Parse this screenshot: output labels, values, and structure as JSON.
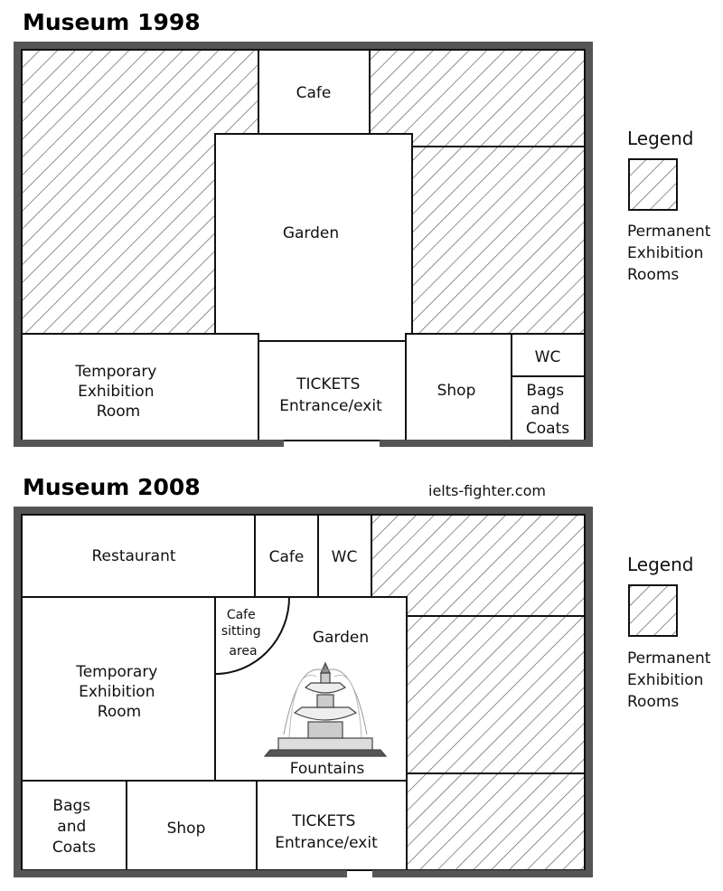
{
  "plan_1998": {
    "title": "Museum 1998",
    "cafe": "Cafe",
    "garden": "Garden",
    "temporary": [
      "Temporary",
      "Exhibition",
      "Room"
    ],
    "tickets": [
      "TICKETS",
      "Entrance/exit"
    ],
    "shop": "Shop",
    "wc": "WC",
    "bags": [
      "Bags",
      "and",
      "Coats"
    ]
  },
  "plan_2008": {
    "title": "Museum 2008",
    "restaurant": "Restaurant",
    "cafe": "Cafe",
    "wc": "WC",
    "cafe_sitting": [
      "Cafe",
      "sitting",
      "area"
    ],
    "garden": "Garden",
    "fountains": "Fountains",
    "temporary": [
      "Temporary",
      "Exhibition",
      "Room"
    ],
    "bags": [
      "Bags",
      "and",
      "Coats"
    ],
    "shop": "Shop",
    "tickets": [
      "TICKETS",
      "Entrance/exit"
    ]
  },
  "legend": {
    "title": "Legend",
    "text": [
      "Permanent",
      "Exhibition",
      "Rooms"
    ]
  },
  "website": "ielts-fighter.com",
  "colors": {
    "wall": "#555555",
    "line": "#111111",
    "hatch": "#555555",
    "background": "#ffffff"
  }
}
